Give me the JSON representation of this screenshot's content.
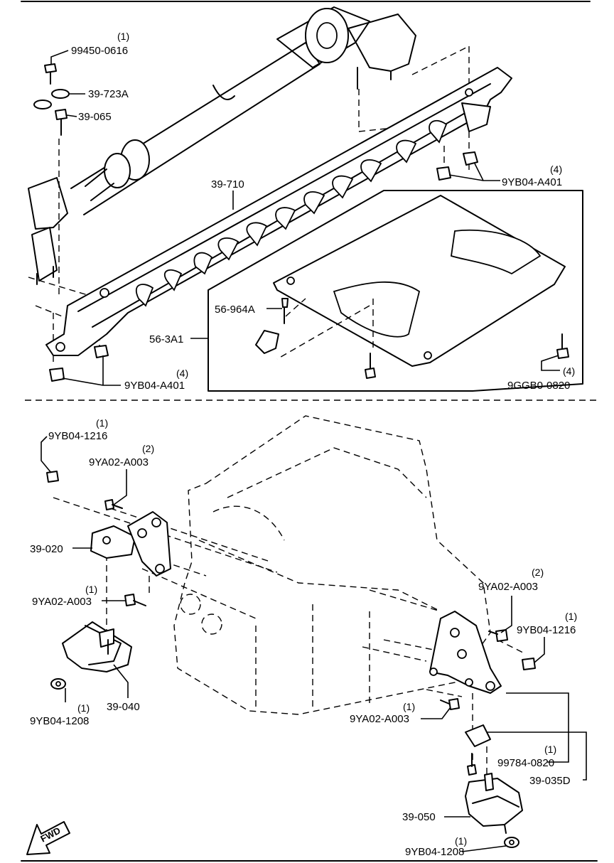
{
  "parts": {
    "p99450": {
      "number": "99450-0616",
      "qty": "(1)"
    },
    "p39723a": {
      "number": "39-723A"
    },
    "p39065": {
      "number": "39-065"
    },
    "p39710": {
      "number": "39-710"
    },
    "p9yb04a401_top": {
      "number": "9YB04-A401",
      "qty": "(4)"
    },
    "p56964a": {
      "number": "56-964A"
    },
    "p563a1": {
      "number": "56-3A1"
    },
    "p9yb04a401_bottom": {
      "number": "9YB04-A401",
      "qty": "(4)"
    },
    "p9ggb0": {
      "number": "9GGB0-0820",
      "qty": "(4)"
    },
    "p9yb04_1216_left": {
      "number": "9YB04-1216",
      "qty": "(1)"
    },
    "p9ya02_left_top": {
      "number": "9YA02-A003",
      "qty": "(2)"
    },
    "p39020": {
      "number": "39-020"
    },
    "p9ya02_left_mid": {
      "number": "9YA02-A003",
      "qty": "(1)"
    },
    "p39040": {
      "number": "39-040"
    },
    "p9yb04_1208_left": {
      "number": "9YB04-1208",
      "qty": "(1)"
    },
    "p9ya02_right_top": {
      "number": "9YA02-A003",
      "qty": "(2)"
    },
    "p9yb04_1216_right": {
      "number": "9YB04-1216",
      "qty": "(1)"
    },
    "p9ya02_right_mid": {
      "number": "9YA02-A003",
      "qty": "(1)"
    },
    "p99784": {
      "number": "99784-0820",
      "qty": "(1)"
    },
    "p39035d": {
      "number": "39-035D"
    },
    "p39050": {
      "number": "39-050"
    },
    "p9yb04_1208_right": {
      "number": "9YB04-1208",
      "qty": "(1)"
    }
  },
  "fwd": {
    "label": "FWD"
  },
  "icons": [
    "fwd-arrow-icon"
  ]
}
